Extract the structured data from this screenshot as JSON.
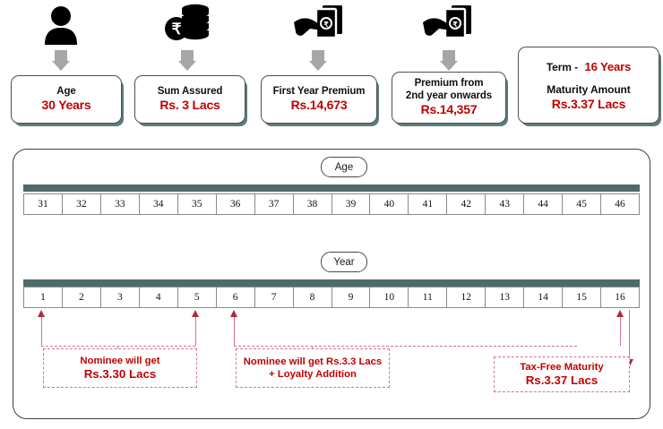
{
  "top_cards": [
    {
      "icon": "person-icon",
      "label": "Age",
      "value": "30 Years"
    },
    {
      "icon": "rupee-coins-icon",
      "label": "Sum Assured",
      "value": "Rs. 3 Lacs"
    },
    {
      "icon": "hand-cash-icon",
      "label": "First Year Premium",
      "value": "Rs.14,673"
    },
    {
      "icon": "hand-cash-icon",
      "label1": "Premium from",
      "label2": "2nd year onwards",
      "value": "Rs.14,357"
    }
  ],
  "term_card": {
    "term_label": "Term  -",
    "term_value": "16 Years",
    "maturity_label": "Maturity Amount",
    "maturity_value": "Rs.3.37 Lacs"
  },
  "timeline": {
    "age_pill": "Age",
    "year_pill": "Year",
    "ages": [
      "31",
      "32",
      "33",
      "34",
      "35",
      "36",
      "37",
      "38",
      "39",
      "40",
      "41",
      "42",
      "43",
      "44",
      "45",
      "46"
    ],
    "years": [
      "1",
      "2",
      "3",
      "4",
      "5",
      "6",
      "7",
      "8",
      "9",
      "10",
      "11",
      "12",
      "13",
      "14",
      "15",
      "16"
    ]
  },
  "callouts": [
    {
      "line1": "Nominee will get",
      "line2": "Rs.3.30 Lacs"
    },
    {
      "line1": "Nominee will get Rs.3.3 Lacs",
      "line2": "+ Loyalty Addition"
    },
    {
      "line1": "Tax-Free Maturity",
      "line2": "Rs.3.37 Lacs"
    }
  ],
  "colors": {
    "accent_red": "#c00000",
    "teal_bar": "#4e6b6b",
    "connector_pink": "#d4758a",
    "arrow_gray": "#a6a6a6"
  }
}
